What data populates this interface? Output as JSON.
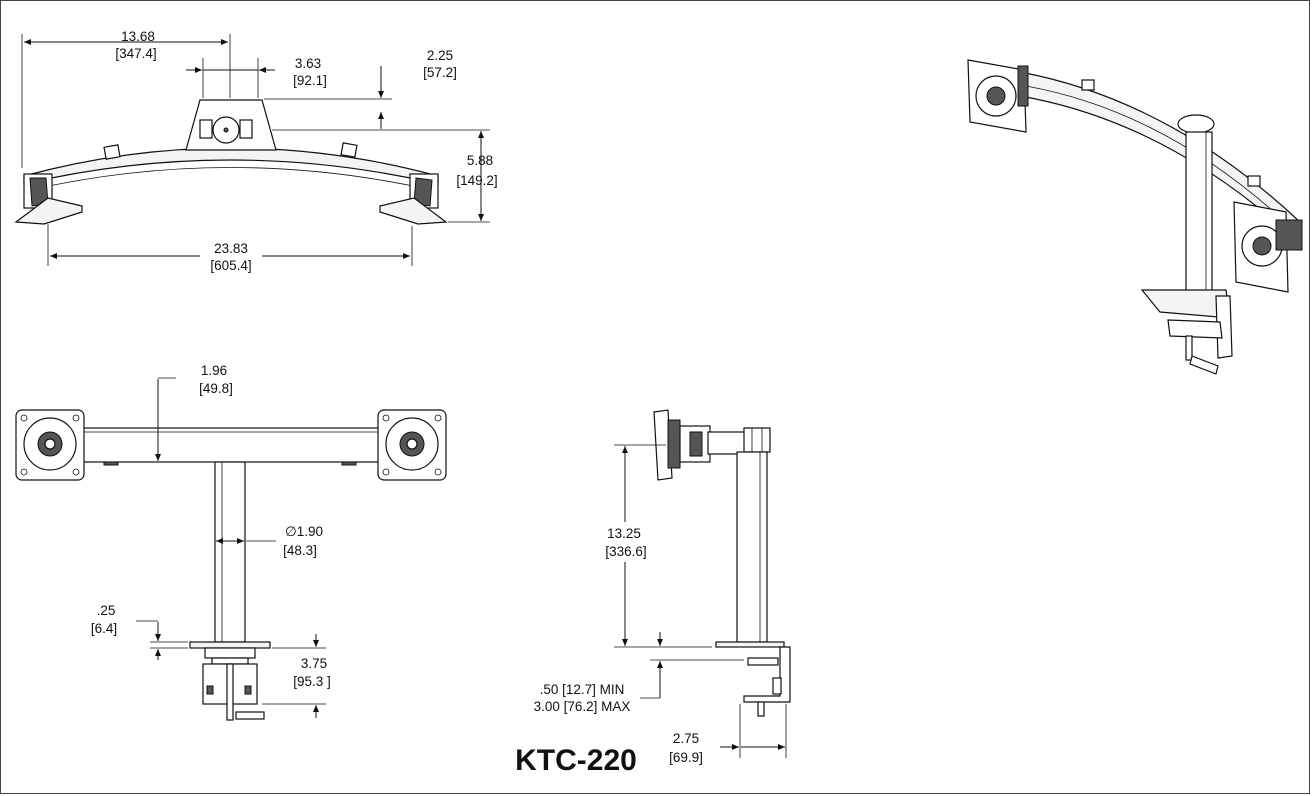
{
  "model": "KTC-220",
  "top_view": {
    "dim_half_width": {
      "in": "13.68",
      "mm": "[347.4]"
    },
    "dim_hub_width": {
      "in": "3.63",
      "mm": "[92.1]"
    },
    "dim_hub_depth": {
      "in": "2.25",
      "mm": "[57.2]"
    },
    "dim_curve_depth": {
      "in": "5.88",
      "mm": "[149.2]"
    },
    "dim_mount_span": {
      "in": "23.83",
      "mm": "[605.4]"
    }
  },
  "front_view": {
    "dim_arm_height": {
      "in": "1.96",
      "mm": "[49.8]"
    },
    "dim_pole_diameter": {
      "in": "∅1.90",
      "mm": "[48.3]"
    },
    "dim_plate_thickness": {
      "in": ".25",
      "mm": "[6.4]"
    },
    "dim_clamp_height": {
      "in": "3.75",
      "mm": "[95.3 ]"
    }
  },
  "side_view": {
    "dim_pole_height": {
      "in": "13.25",
      "mm": "[336.6]"
    },
    "dim_desk_min": ".50 [12.7] MIN",
    "dim_desk_max": "3.00 [76.2] MAX",
    "dim_clamp_depth": {
      "in": "2.75",
      "mm": "[69.9]"
    }
  },
  "colors": {
    "line": "#111111",
    "border": "#444444",
    "background": "#ffffff"
  },
  "icons": [
    "arrow-icon"
  ]
}
